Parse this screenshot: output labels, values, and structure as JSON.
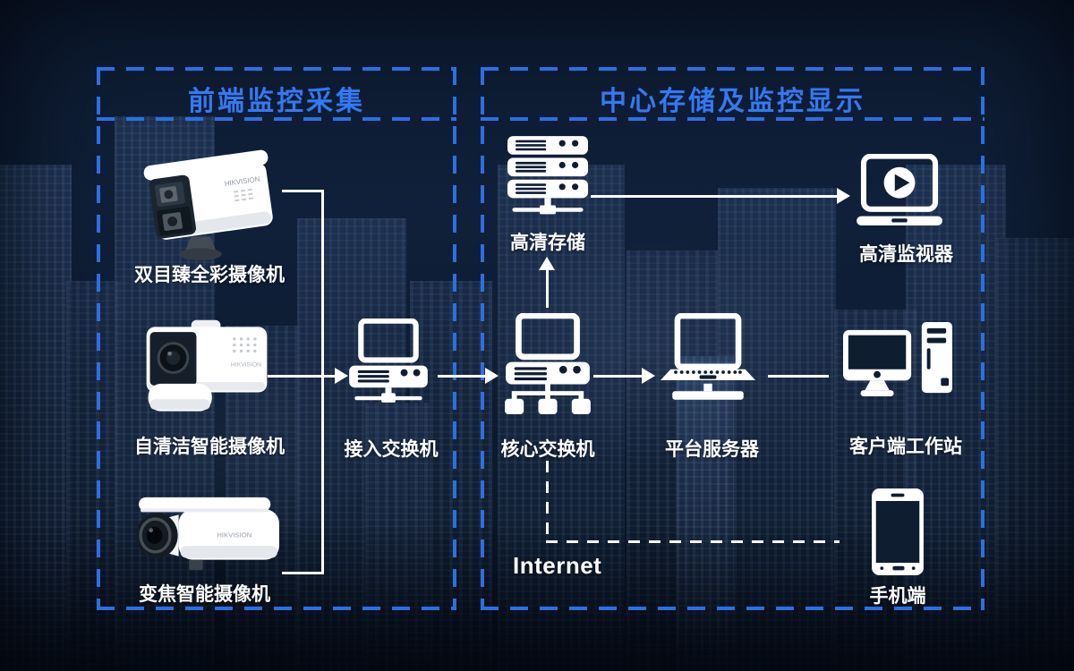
{
  "zones": {
    "frontend": {
      "title": "前端监控采集"
    },
    "center": {
      "title": "中心存储及监控显示"
    }
  },
  "nodes": {
    "camera_dual": {
      "label": "双目臻全彩摄像机",
      "icon": "dual-lens-bullet-camera"
    },
    "camera_selfclean": {
      "label": "自清洁智能摄像机",
      "icon": "self-cleaning-box-camera"
    },
    "camera_zoom": {
      "label": "变焦智能摄像机",
      "icon": "zoom-bullet-camera"
    },
    "access_switch": {
      "label": "接入交换机",
      "icon": "monitor-with-switch"
    },
    "core_switch": {
      "label": "核心交换机",
      "icon": "monitor-with-switch-tree"
    },
    "hd_storage": {
      "label": "高清存储",
      "icon": "server-stack"
    },
    "hd_monitor": {
      "label": "高清监视器",
      "icon": "monitor-with-play"
    },
    "platform_server": {
      "label": "平台服务器",
      "icon": "laptop-network"
    },
    "workstation": {
      "label": "客户端工作站",
      "icon": "desktop-with-tower"
    },
    "mobile": {
      "label": "手机端",
      "icon": "smartphone"
    }
  },
  "labels": {
    "internet": "Internet",
    "brand": "HIKVISION"
  },
  "edges": [
    {
      "from": "camera_group",
      "to": "access_switch",
      "style": "solid-arrow"
    },
    {
      "from": "access_switch",
      "to": "core_switch",
      "style": "solid-arrow"
    },
    {
      "from": "core_switch",
      "to": "hd_storage",
      "style": "solid-arrow"
    },
    {
      "from": "hd_storage",
      "to": "hd_monitor",
      "style": "solid-arrow"
    },
    {
      "from": "core_switch",
      "to": "platform_server",
      "style": "solid-arrow"
    },
    {
      "from": "platform_server",
      "to": "workstation",
      "style": "solid-line"
    },
    {
      "from": "core_switch",
      "to": "mobile",
      "style": "dashed-line",
      "via": "Internet"
    }
  ],
  "colors": {
    "accent_blue": "#2d6fe3",
    "line_white": "#ffffff",
    "label_white": "#ffffff",
    "background_navy": "#0d1a2c"
  }
}
